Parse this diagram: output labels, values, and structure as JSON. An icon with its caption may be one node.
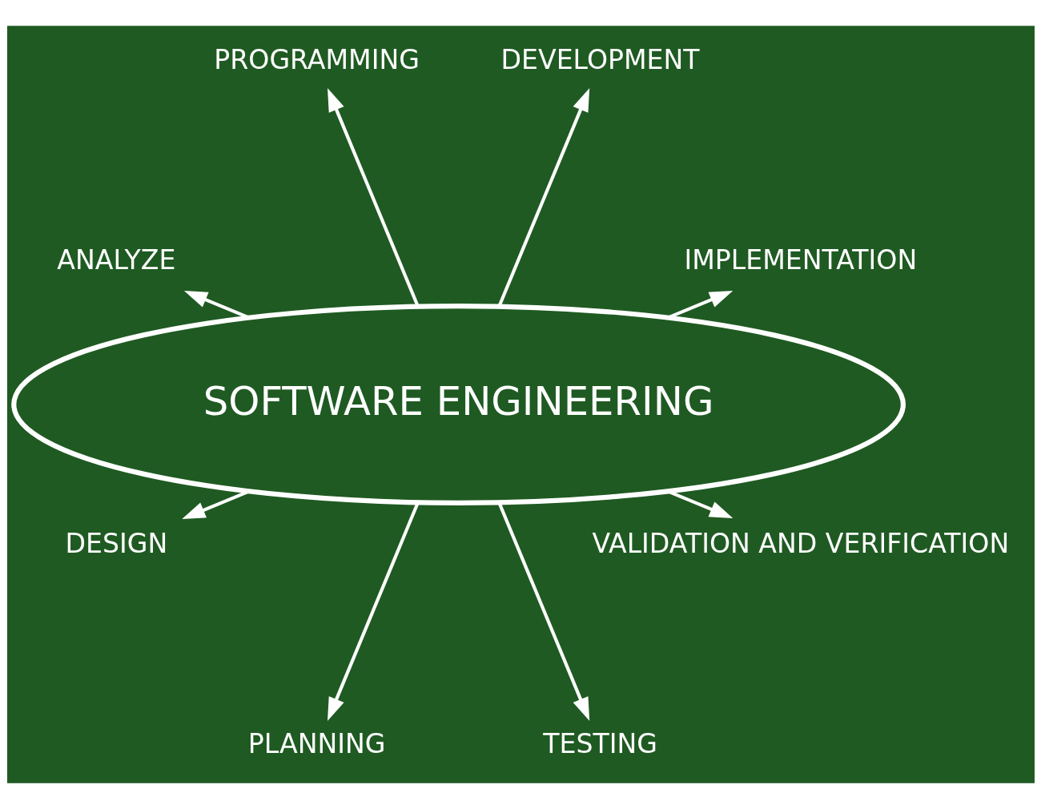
{
  "diagram": {
    "nodes": [
      {
        "text": [
          "SOFTWARE ENGINEERING"
        ]
      },
      {
        "text": [
          "IMPLEMENTATION"
        ]
      },
      {
        "text": [
          "DEVELOPMENT"
        ]
      },
      {
        "text": [
          "PROGRAMMING"
        ]
      },
      {
        "text": [
          "ANALYZE"
        ]
      },
      {
        "text": [
          "DESIGN"
        ]
      },
      {
        "text": [
          "PLANNING"
        ]
      },
      {
        "text": [
          "TESTING"
        ]
      },
      {
        "text": [
          "VALIDATION AND VERIFICATION"
        ]
      }
    ],
    "edges": [
      {
        "from": 0,
        "to": 1,
        "arrow": "to"
      },
      {
        "from": 0,
        "to": 2,
        "arrow": "to"
      },
      {
        "from": 0,
        "to": 3,
        "arrow": "to"
      },
      {
        "from": 0,
        "to": 4,
        "arrow": "to"
      },
      {
        "from": 0,
        "to": 5,
        "arrow": "to"
      },
      {
        "from": 0,
        "to": 6,
        "arrow": "to"
      },
      {
        "from": 0,
        "to": 7,
        "arrow": "to"
      },
      {
        "from": 0,
        "to": 8,
        "arrow": "to"
      }
    ]
  }
}
